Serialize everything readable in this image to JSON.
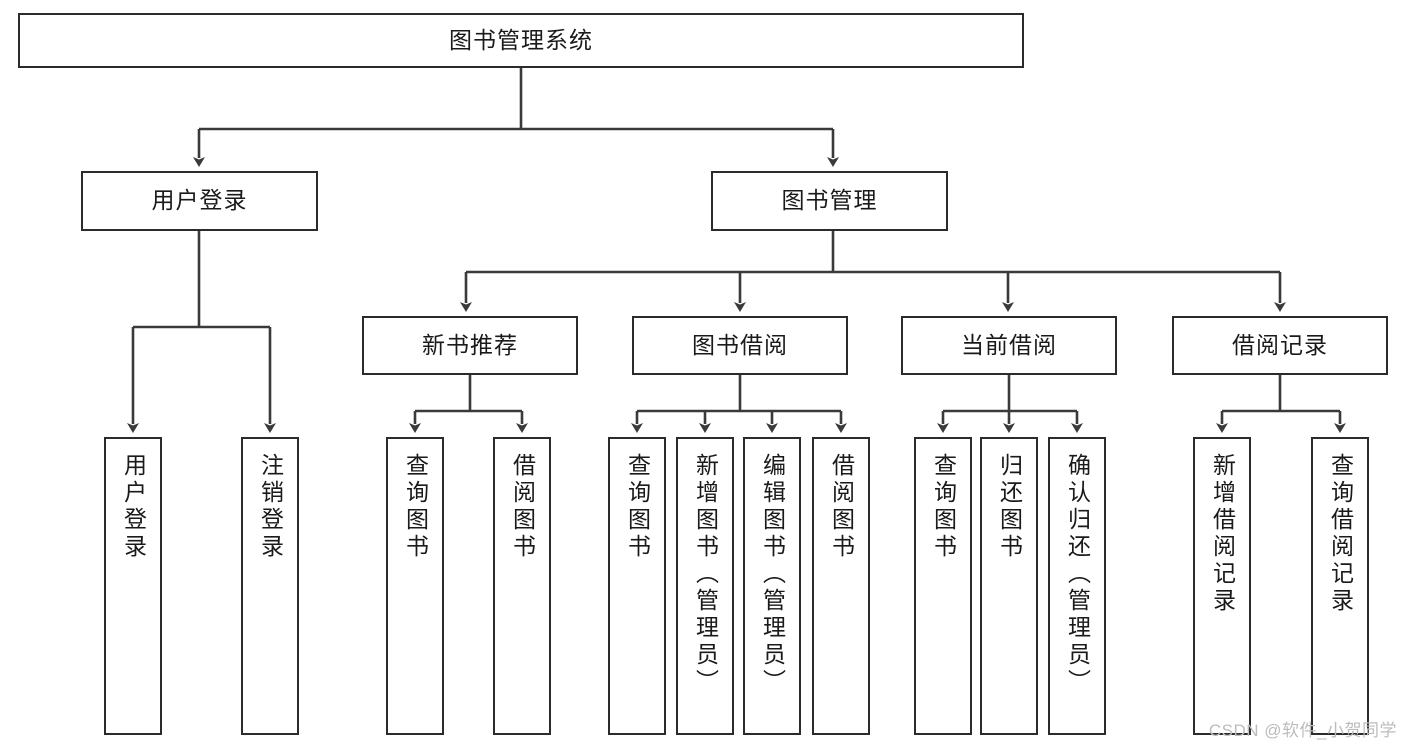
{
  "diagram": {
    "title": "图书管理系统",
    "type": "tree-hierarchy-diagram",
    "root": {
      "id": "root",
      "label": "图书管理系统"
    },
    "level2": [
      {
        "id": "user-login",
        "label": "用户登录"
      },
      {
        "id": "book-manage",
        "label": "图书管理"
      }
    ],
    "level3": [
      {
        "id": "new-book-recommend",
        "label": "新书推荐",
        "parent": "book-manage"
      },
      {
        "id": "book-borrow",
        "label": "图书借阅",
        "parent": "book-manage"
      },
      {
        "id": "current-borrow",
        "label": "当前借阅",
        "parent": "book-manage"
      },
      {
        "id": "borrow-record",
        "label": "借阅记录",
        "parent": "book-manage"
      }
    ],
    "leaves": [
      {
        "id": "leaf-user-login",
        "label": "用户登录",
        "parent": "user-login"
      },
      {
        "id": "leaf-logout",
        "label": "注销登录",
        "parent": "user-login"
      },
      {
        "id": "leaf-query-book-1",
        "label": "查询图书",
        "parent": "new-book-recommend"
      },
      {
        "id": "leaf-borrow-book-1",
        "label": "借阅图书",
        "parent": "new-book-recommend"
      },
      {
        "id": "leaf-query-book-2",
        "label": "查询图书",
        "parent": "book-borrow"
      },
      {
        "id": "leaf-add-book",
        "label": "新增图书（管理员）",
        "parent": "book-borrow"
      },
      {
        "id": "leaf-edit-book",
        "label": "编辑图书（管理员）",
        "parent": "book-borrow"
      },
      {
        "id": "leaf-borrow-book-2",
        "label": "借阅图书",
        "parent": "book-borrow"
      },
      {
        "id": "leaf-query-book-3",
        "label": "查询图书",
        "parent": "current-borrow"
      },
      {
        "id": "leaf-return-book",
        "label": "归还图书",
        "parent": "current-borrow"
      },
      {
        "id": "leaf-confirm-return",
        "label": "确认归还（管理员）",
        "parent": "current-borrow"
      },
      {
        "id": "leaf-add-record",
        "label": "新增借阅记录",
        "parent": "borrow-record"
      },
      {
        "id": "leaf-query-record",
        "label": "查询借阅记录",
        "parent": "borrow-record"
      }
    ],
    "colors": {
      "border": "#2b2b2b",
      "background": "#ffffff",
      "text": "#1a1a1a",
      "connector": "#3a3a3a",
      "watermark": "#bcbcbc"
    }
  },
  "watermark": {
    "text": "CSDN @软件_小贺同学"
  }
}
